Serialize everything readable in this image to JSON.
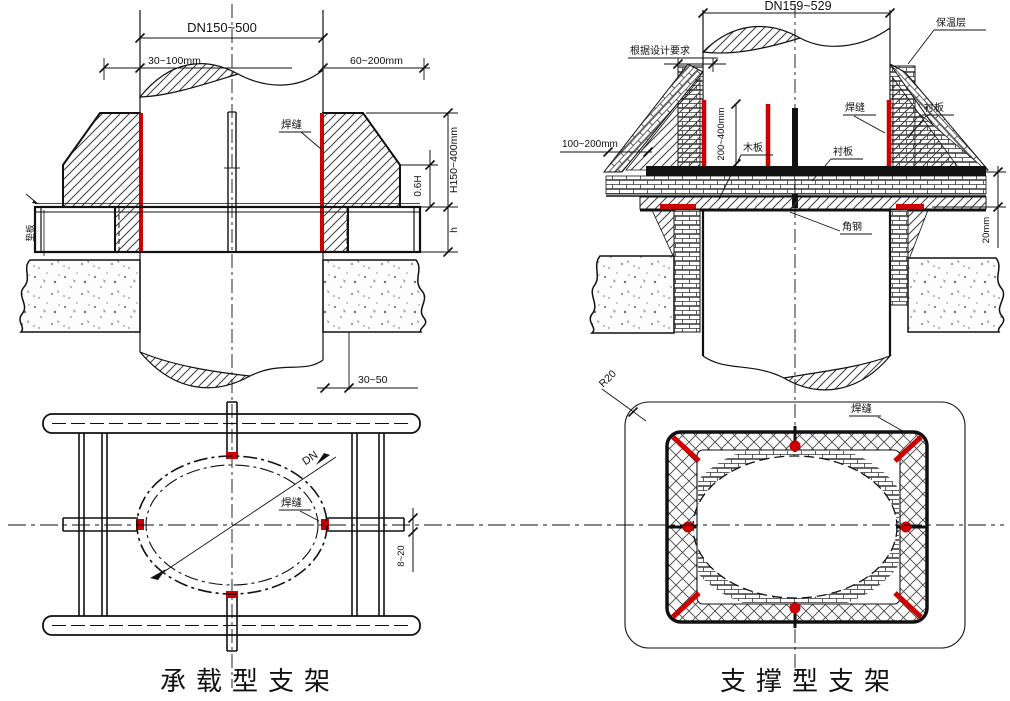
{
  "colors": {
    "weld_red": "#cc0000",
    "line": "#111111"
  },
  "captions": {
    "left": "承载型支架",
    "right": "支撑型支架"
  },
  "left_section": {
    "dn": "DN150~500",
    "offset_left": "30~100mm",
    "offset_right": "60~200mm",
    "weld": "焊缝",
    "pad": "垫板",
    "height": "H150~400mm",
    "height_ratio": "0.6H",
    "beam_height": "h",
    "bottom_gap": "30~50"
  },
  "right_section": {
    "dn": "DN159~529",
    "design_req": "根据设计要求",
    "insulation": "保温层",
    "weld": "焊缝",
    "liner_top": "衬板",
    "liner_side": "衬板",
    "wood": "木板",
    "angle_steel": "角钢",
    "overhang": "100~200mm",
    "plate_height": "200~400mm",
    "board_thickness": "20mm"
  },
  "left_plan": {
    "dn": "DN",
    "weld": "焊缝",
    "thickness": "8~20"
  },
  "right_plan": {
    "radius": "R20",
    "weld": "焊缝"
  }
}
